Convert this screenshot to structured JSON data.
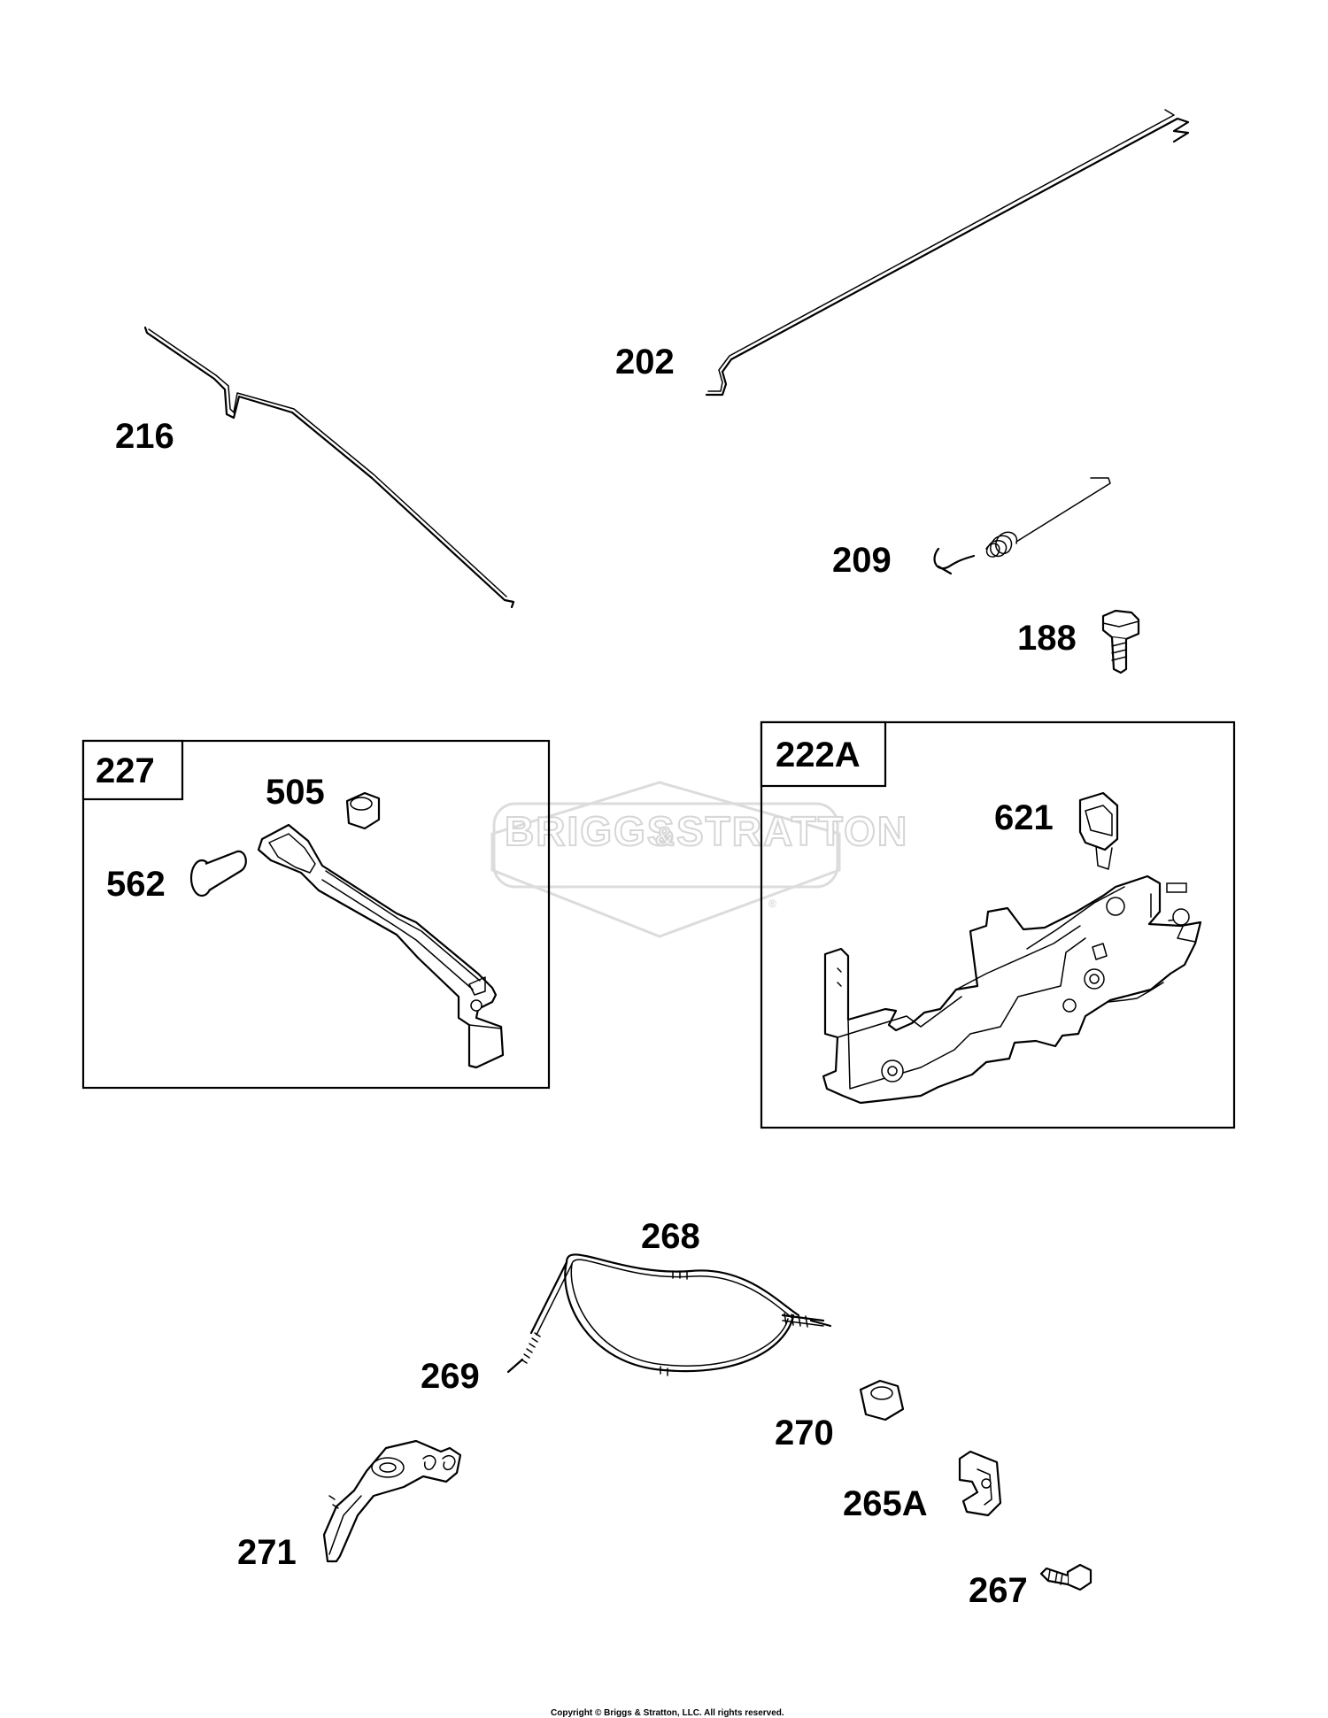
{
  "labels": {
    "p216": "216",
    "p202": "202",
    "p209": "209",
    "p188": "188",
    "p227": "227",
    "p505": "505",
    "p562": "562",
    "p222A": "222A",
    "p621": "621",
    "p268": "268",
    "p269": "269",
    "p270": "270",
    "p265A": "265A",
    "p271": "271",
    "p267": "267"
  },
  "watermark": {
    "brand_left": "BRIGGS",
    "brand_amp": "&",
    "brand_right": "STRATTON",
    "registered": "®"
  },
  "footer": {
    "copyright": "Copyright © Briggs & Stratton, LLC. All rights reserved."
  }
}
